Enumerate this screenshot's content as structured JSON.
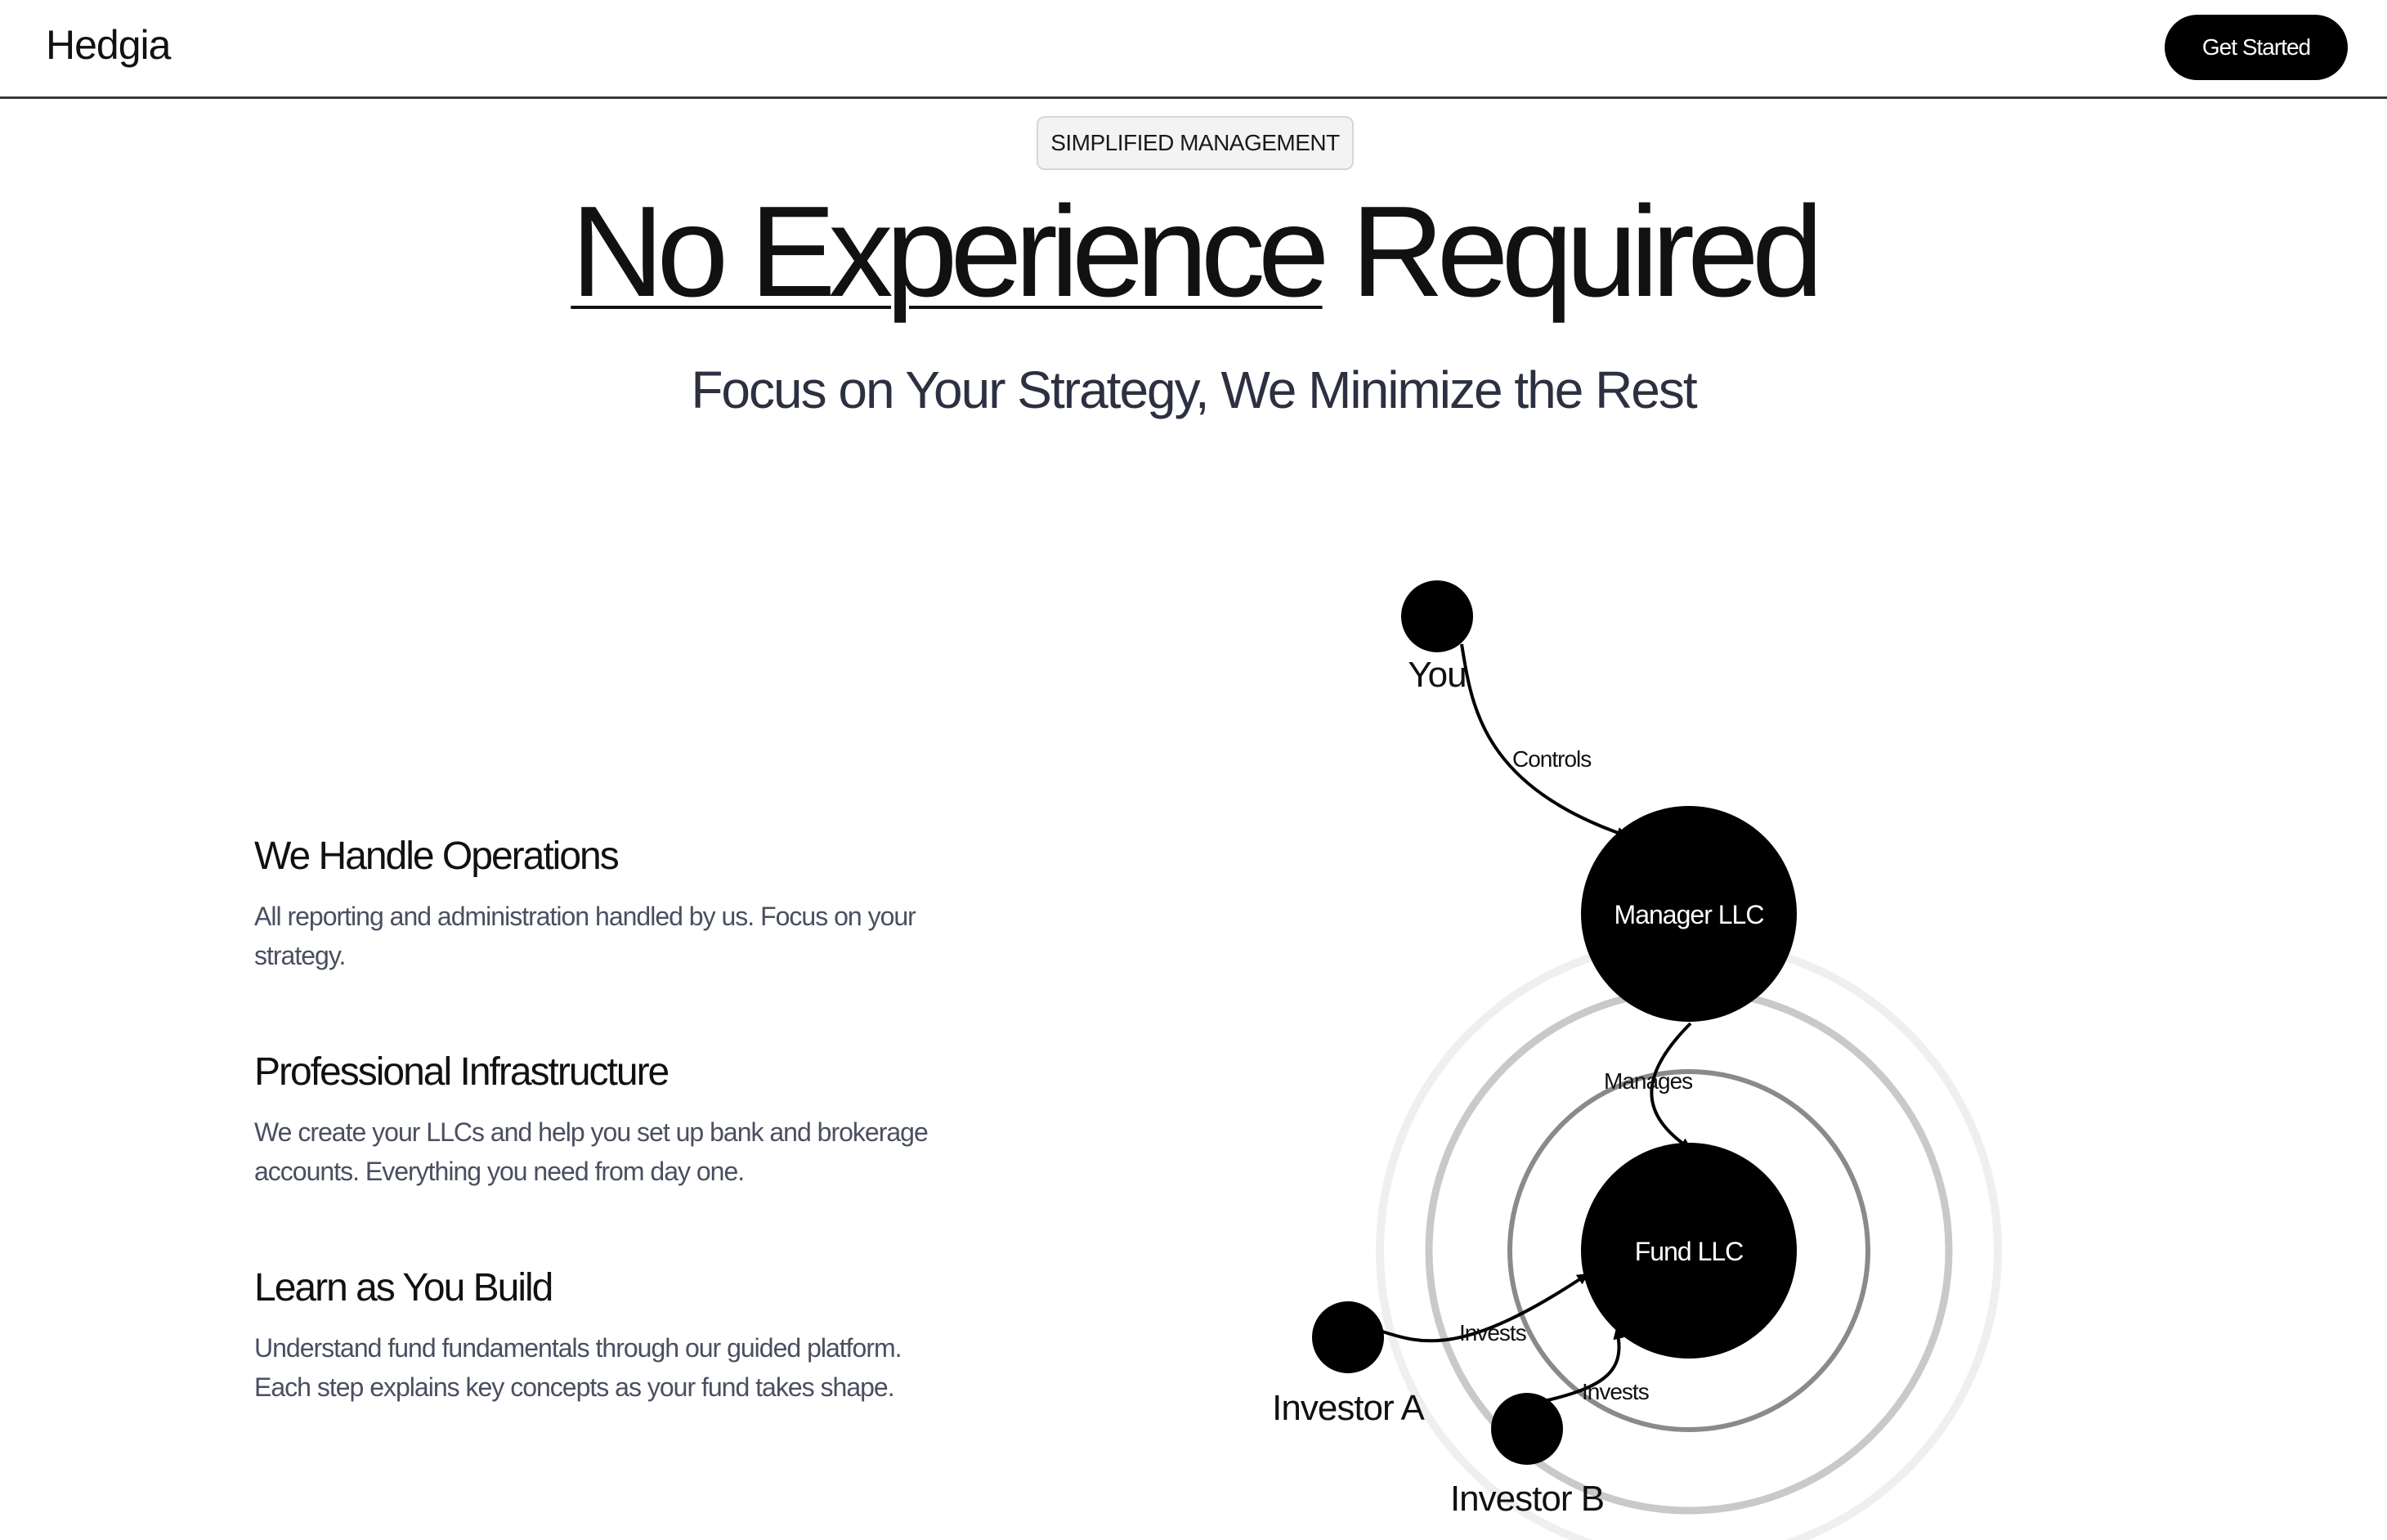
{
  "header": {
    "logo": "Hedgia",
    "cta_label": "Get Started"
  },
  "hero": {
    "badge": "SIMPLIFIED MANAGEMENT",
    "title_underlined": "No Experience",
    "title_rest": "Required",
    "subtitle": "Focus on Your Strategy, We Minimize the Rest"
  },
  "features": [
    {
      "title": "We Handle Operations",
      "body": "All reporting and administration handled by us. Focus on your strategy."
    },
    {
      "title": "Professional Infrastructure",
      "body": "We create your LLCs and help you set up bank and brokerage accounts. Everything you need from day one."
    },
    {
      "title": "Learn as You Build",
      "body": "Understand fund fundamentals through our guided platform. Each step explains key concepts as your fund takes shape."
    }
  ],
  "diagram": {
    "nodes": {
      "you": "You",
      "manager": "Manager LLC",
      "fund": "Fund LLC",
      "investor_a": "Investor A",
      "investor_b": "Investor B"
    },
    "edges": {
      "controls": "Controls",
      "manages": "Manages",
      "invests_a": "Invests",
      "invests_b": "Invests"
    },
    "colors": {
      "node": "#000000",
      "ring_inner": "#8a8a8a",
      "ring_middle": "#c8c8c8",
      "ring_outer": "#ececec"
    }
  }
}
